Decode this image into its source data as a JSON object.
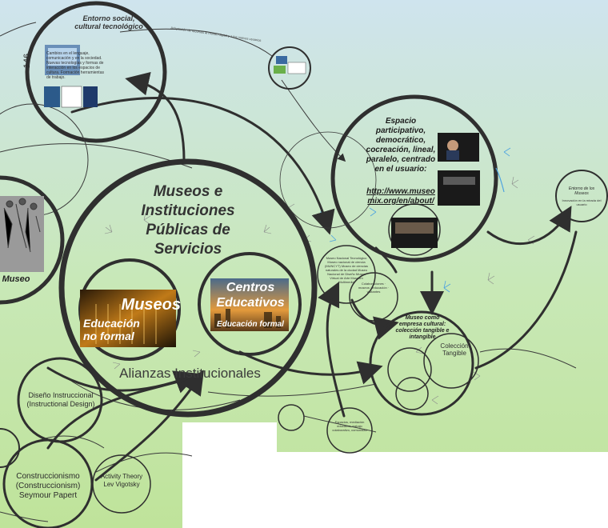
{
  "colors": {
    "bg_top": "#cfe4ee",
    "bg_bottom": "#bfe39a",
    "stroke": "#2f2f2f",
    "accent_blue": "#4da3e0",
    "video_bg": "#1a1a1a"
  },
  "nodes": {
    "entorno_social": {
      "title": "Entorno social, cultural tecnológico",
      "page_number": "146",
      "body": "Cambios en el lenguaje, comunicación y en la sociedad. Nuevas tecnologías y formas de interacción en los espacios de cultura. Formación herramientas de trabajo."
    },
    "link_text": "Adaptación de recursos al mundo digital y a los nuevos usuarios",
    "espacio": {
      "title": "Espacio participativo, democrático, cocreación, lineal, paralelo, centrado en el usuario:",
      "url": "http://www.museomix.org/en/about/"
    },
    "entorno_museo": {
      "title": "Entorno de los Museos",
      "body": "Innovación en la mirada del usuario"
    },
    "museos_instituciones": {
      "title": "Museos e Instituciones Públicas de Servicios",
      "subtitle": "Alianzas Institucionales"
    },
    "museos_card": {
      "title": "Museos",
      "subtitle": "Educación no formal"
    },
    "centros_card": {
      "title": "Centros Educativos",
      "subtitle": "Educación formal"
    },
    "museo_left": {
      "label": "Museo"
    },
    "museo_empresa": {
      "title": "Museo como empresa cultural: colección tangible e intangible",
      "coleccion": "Colección Tangible"
    },
    "diseno": {
      "label": "Diseño Instruccional (Instructional Design)"
    },
    "construccionismo": {
      "label": "Construccionismo (Construccionism) Seymour Papert"
    },
    "activity": {
      "label": "Activity Theory Lev Vigotsky"
    },
    "mid_list": {
      "body": "Museo Nacional Tecnológico Museo nacional de ciencia (MUNCYT) Museo de ciencias naturales de la ciudad Museo Nacional de Diseño Museo Virtual de Arte Museum Multimedia"
    },
    "mid_list2": {
      "body": "Colaboraciones · museos · educación · visitantes"
    },
    "bottom_mid": {
      "body": "Espacios, mediación educativa, trabajo colaborativo, comunidad"
    }
  }
}
